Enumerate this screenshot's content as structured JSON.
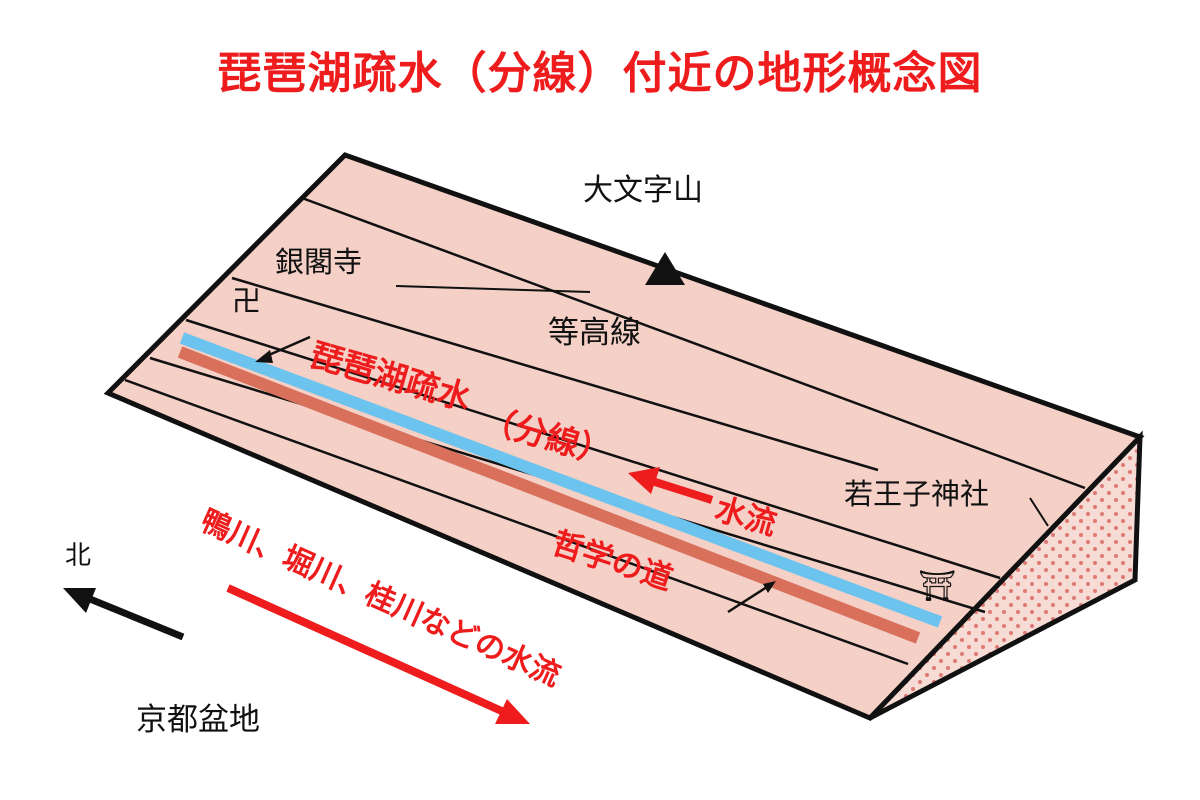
{
  "title": "琵琶湖疏水（分線）付近の地形概念図",
  "labels": {
    "daimonji": "大文字山",
    "ginkakuji": "銀閣寺",
    "contour": "等高線",
    "canal_line1": "琵琶湖疏水",
    "canal_line2": "（分線）",
    "flow": "水流",
    "nyakuoji": "若王子神社",
    "philosopher": "哲学の道",
    "north": "北",
    "basin_rivers": "鴨川、堀川、桂川などの水流",
    "basin": "京都盆地"
  },
  "symbols": {
    "temple": "卍",
    "shrine": "⛩"
  },
  "colors": {
    "slope_fill": "#f4d0c6",
    "side_fill": "#f7dcd6",
    "side_dots": "#dd7a74",
    "canal": "#6cc4ee",
    "path": "#d9705c",
    "accent_red": "#ee1c1c",
    "outline": "#111111"
  },
  "icons": [
    "summit-triangle-icon",
    "temple-icon",
    "shrine-icon",
    "arrow-icon"
  ]
}
